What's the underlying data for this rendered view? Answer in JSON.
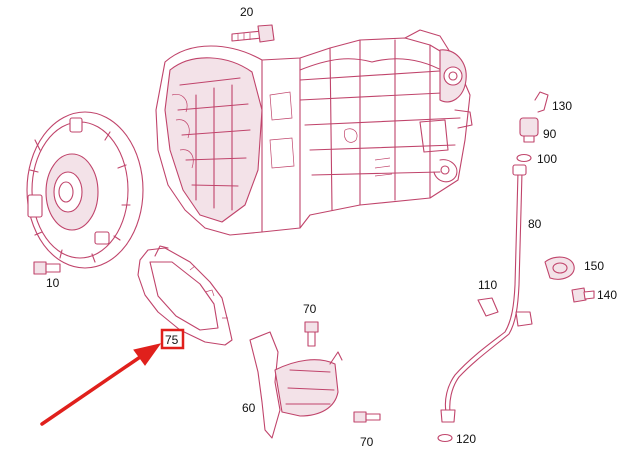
{
  "diagram": {
    "highlight_color": "#e0201c",
    "line_color": "#c0446b",
    "parts": {
      "p20": "20",
      "p10": "10",
      "p130": "130",
      "p90": "90",
      "p100": "100",
      "p80": "80",
      "p150": "150",
      "p140": "140",
      "p110": "110",
      "p70a": "70",
      "p70b": "70",
      "p60": "60",
      "p120": "120",
      "p75": "75"
    }
  }
}
